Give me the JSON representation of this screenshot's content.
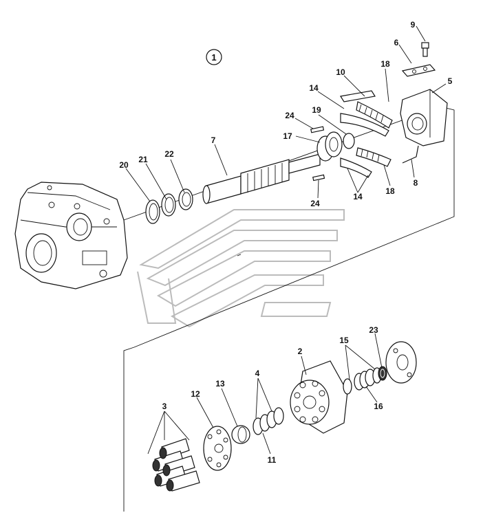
{
  "figure_number": "1",
  "colors": {
    "ink": "#111111",
    "watermark": "#bbbbbb",
    "background": "#ffffff"
  },
  "watermark": "brand-logo-watermark",
  "callouts": [
    {
      "id": "c9",
      "label": "9"
    },
    {
      "id": "c6",
      "label": "6"
    },
    {
      "id": "c5",
      "label": "5"
    },
    {
      "id": "c10",
      "label": "10"
    },
    {
      "id": "c18a",
      "label": "18"
    },
    {
      "id": "c14a",
      "label": "14"
    },
    {
      "id": "c24a",
      "label": "24"
    },
    {
      "id": "c19",
      "label": "19"
    },
    {
      "id": "c17",
      "label": "17"
    },
    {
      "id": "c7",
      "label": "7"
    },
    {
      "id": "c22",
      "label": "22"
    },
    {
      "id": "c21",
      "label": "21"
    },
    {
      "id": "c20",
      "label": "20"
    },
    {
      "id": "c8",
      "label": "8"
    },
    {
      "id": "c18b",
      "label": "18"
    },
    {
      "id": "c14b",
      "label": "14"
    },
    {
      "id": "c24b",
      "label": "24"
    },
    {
      "id": "c2",
      "label": "2"
    },
    {
      "id": "c15",
      "label": "15"
    },
    {
      "id": "c23",
      "label": "23"
    },
    {
      "id": "c16",
      "label": "16"
    },
    {
      "id": "c4",
      "label": "4"
    },
    {
      "id": "c13",
      "label": "13"
    },
    {
      "id": "c12",
      "label": "12"
    },
    {
      "id": "c3",
      "label": "3"
    },
    {
      "id": "c11",
      "label": "11"
    }
  ]
}
